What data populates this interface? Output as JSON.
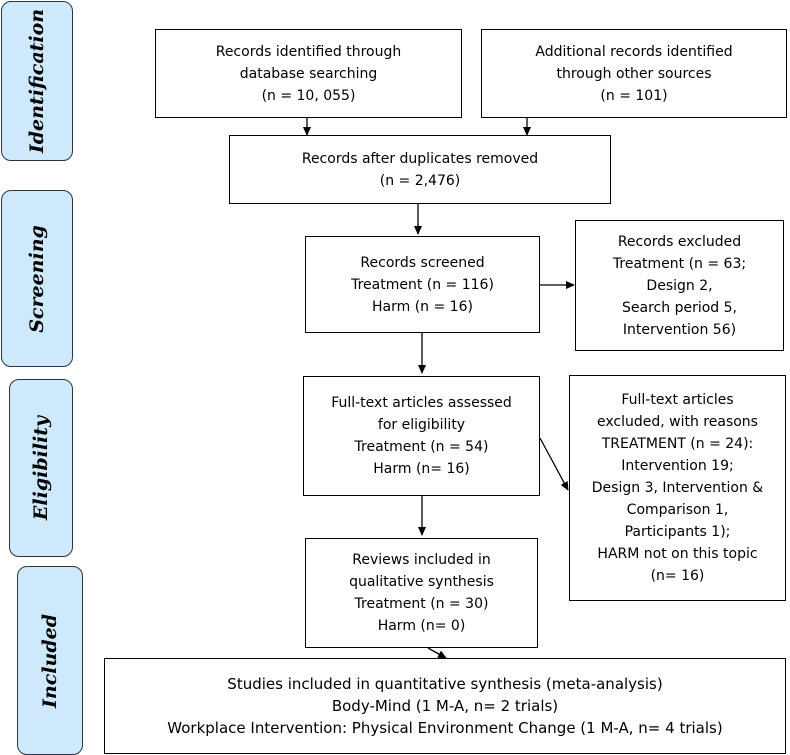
{
  "phases": {
    "identification": "Identification",
    "screening": "Screening",
    "eligibility": "Eligibility",
    "included": "Included"
  },
  "boxes": {
    "database": [
      "Records identified through",
      "database searching",
      "(n = 10, 055)"
    ],
    "other_sources": [
      "Additional records identified",
      "through other sources",
      "(n = 101)"
    ],
    "duplicates_removed": [
      "Records after duplicates removed",
      "(n = 2,476)"
    ],
    "screened": [
      "Records screened",
      "Treatment (n = 116)",
      "Harm (n = 16)"
    ],
    "excluded": [
      "Records excluded",
      "Treatment (n = 63;",
      "Design 2,",
      "Search period 5,",
      "Intervention 56)"
    ],
    "fulltext_assessed": [
      "Full-text articles assessed",
      "for eligibility",
      "Treatment (n = 54)",
      "Harm (n= 16)"
    ],
    "fulltext_excluded": [
      "Full-text articles",
      "excluded, with reasons",
      "TREATMENT (n = 24):",
      "Intervention 19;",
      "Design 3, Intervention &",
      "Comparison 1,",
      "Participants 1);",
      "HARM not on this topic",
      "(n= 16)"
    ],
    "qualitative": [
      "Reviews included in",
      "qualitative synthesis",
      "Treatment (n = 30)",
      "Harm (n= 0)"
    ],
    "quantitative": [
      "Studies included in quantitative synthesis (meta-analysis)",
      "Body-Mind (1 M-A, n= 2 trials)",
      "Workplace Intervention: Physical Environment Change (1 M-A, n= 4 trials)"
    ]
  }
}
